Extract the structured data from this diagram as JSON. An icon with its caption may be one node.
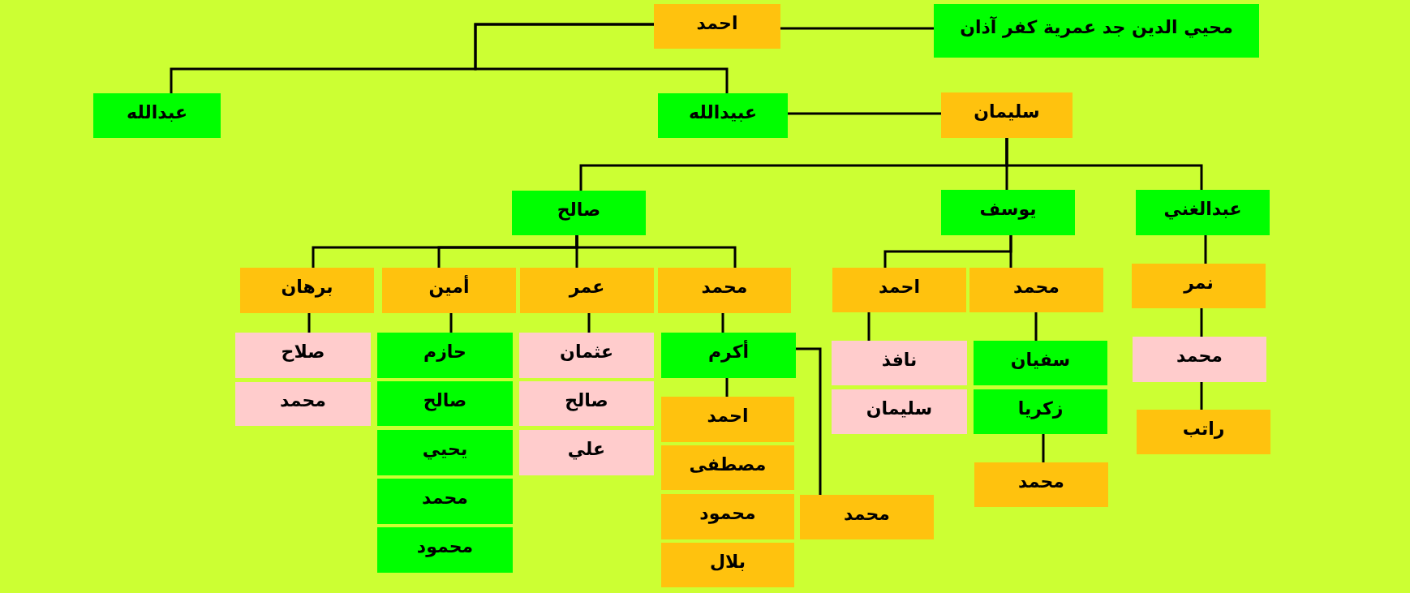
{
  "diagram": {
    "nodes": [
      {
        "text": [
          "محيي الدين جد عمرية كفر آذان"
        ]
      },
      {
        "text": [
          "احمد"
        ]
      },
      {
        "text": [
          "سليمان"
        ]
      },
      {
        "text": [
          "عبيدالله"
        ]
      },
      {
        "text": [
          "عبدالله"
        ]
      },
      {
        "text": [
          "عبدالغني"
        ]
      },
      {
        "text": [
          "يوسف"
        ]
      },
      {
        "text": [
          "صالح"
        ]
      },
      {
        "text": [
          "نمر"
        ]
      },
      {
        "text": [
          "محمد"
        ]
      },
      {
        "text": [
          "احمد"
        ]
      },
      {
        "text": [
          "محمد"
        ]
      },
      {
        "text": [
          "عمر"
        ]
      },
      {
        "text": [
          "أمين"
        ]
      },
      {
        "text": [
          "برهان"
        ]
      },
      {
        "text": [
          "محمد"
        ]
      },
      {
        "text": [
          "راتب"
        ]
      },
      {
        "text": [
          "سفيان"
        ]
      },
      {
        "text": [
          "زكريا"
        ]
      },
      {
        "text": [
          "محمد"
        ]
      },
      {
        "text": [
          "نافذ"
        ]
      },
      {
        "text": [
          "سليمان"
        ]
      },
      {
        "text": [
          "أكرم"
        ]
      },
      {
        "text": [
          "احمد"
        ]
      },
      {
        "text": [
          "مصطفى"
        ]
      },
      {
        "text": [
          "محمود"
        ]
      },
      {
        "text": [
          "بلال"
        ]
      },
      {
        "text": [
          "محمد"
        ]
      },
      {
        "text": [
          "عثمان"
        ]
      },
      {
        "text": [
          "صالح"
        ]
      },
      {
        "text": [
          "علي"
        ]
      },
      {
        "text": [
          "حازم"
        ]
      },
      {
        "text": [
          "صالح"
        ]
      },
      {
        "text": [
          "يحيي"
        ]
      },
      {
        "text": [
          "محمد"
        ]
      },
      {
        "text": [
          "محمود"
        ]
      },
      {
        "text": [
          "صلاح"
        ]
      },
      {
        "text": [
          "محمد"
        ]
      }
    ],
    "edges": [
      {
        "from": 0,
        "to": 1,
        "arrow": "none"
      },
      {
        "from": 1,
        "to": 4,
        "arrow": "none"
      },
      {
        "from": 1,
        "to": 3,
        "arrow": "none"
      },
      {
        "from": 3,
        "to": 2,
        "arrow": "none"
      },
      {
        "from": 2,
        "to": 7,
        "arrow": "none"
      },
      {
        "from": 2,
        "to": 6,
        "arrow": "none"
      },
      {
        "from": 2,
        "to": 5,
        "arrow": "none"
      },
      {
        "from": 7,
        "to": 14,
        "arrow": "none"
      },
      {
        "from": 7,
        "to": 13,
        "arrow": "none"
      },
      {
        "from": 7,
        "to": 12,
        "arrow": "none"
      },
      {
        "from": 7,
        "to": 11,
        "arrow": "none"
      },
      {
        "from": 6,
        "to": 10,
        "arrow": "none"
      },
      {
        "from": 6,
        "to": 9,
        "arrow": "none"
      },
      {
        "from": 5,
        "to": 8,
        "arrow": "none"
      },
      {
        "from": 8,
        "to": 15,
        "arrow": "none"
      },
      {
        "from": 15,
        "to": 16,
        "arrow": "none"
      },
      {
        "from": 9,
        "to": 17,
        "arrow": "none"
      },
      {
        "from": 18,
        "to": 19,
        "arrow": "none"
      },
      {
        "from": 10,
        "to": 20,
        "arrow": "none"
      },
      {
        "from": 11,
        "to": 22,
        "arrow": "none"
      },
      {
        "from": 22,
        "to": 23,
        "arrow": "none"
      },
      {
        "from": 22,
        "to": 27,
        "arrow": "none"
      },
      {
        "from": 12,
        "to": 28,
        "arrow": "none"
      },
      {
        "from": 13,
        "to": 31,
        "arrow": "none"
      },
      {
        "from": 14,
        "to": 36,
        "arrow": "none"
      }
    ]
  }
}
